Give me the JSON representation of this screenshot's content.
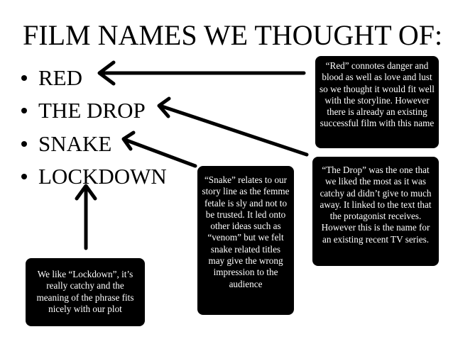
{
  "title": "FILM NAMES WE THOUGHT OF:",
  "film_names": [
    "RED",
    "THE DROP",
    "SNAKE",
    "LOCKDOWN"
  ],
  "notes": {
    "red": "“Red” connotes danger and blood as well as love and lust so we thought it would fit well with the storyline. However there is already an existing successful film with this name",
    "the_drop": "“The Drop” was the one that we liked the most as it was catchy ad didn’t give to much away. It linked to the text that the protagonist receives. However this is the name for an existing recent TV series.",
    "snake": "“Snake” relates to our story line as the femme fetale is sly and not to be trusted. It led onto other ideas such as “venom” but we felt snake related titles may give the wrong impression to the audience",
    "lockdown": "We like “Lockdown”, it’s really catchy and the meaning of the phrase fits nicely with our plot"
  }
}
